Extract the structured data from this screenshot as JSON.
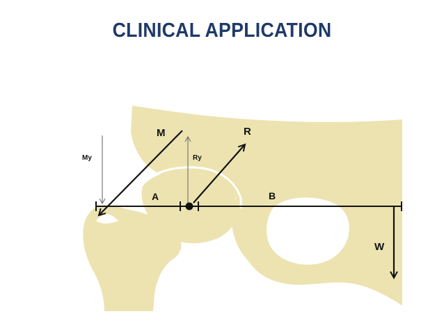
{
  "title": "CLINICAL APPLICATION",
  "diagram": {
    "labels": {
      "m": "M",
      "r": "R",
      "my": "My",
      "ry": "Ry",
      "a": "A",
      "b": "B",
      "w": "W"
    }
  },
  "colors": {
    "title": "#1f3a68",
    "bone": "#ede3b0",
    "bone_edge": "#d9cc8c",
    "line": "#111111",
    "thin_line": "#777777"
  }
}
